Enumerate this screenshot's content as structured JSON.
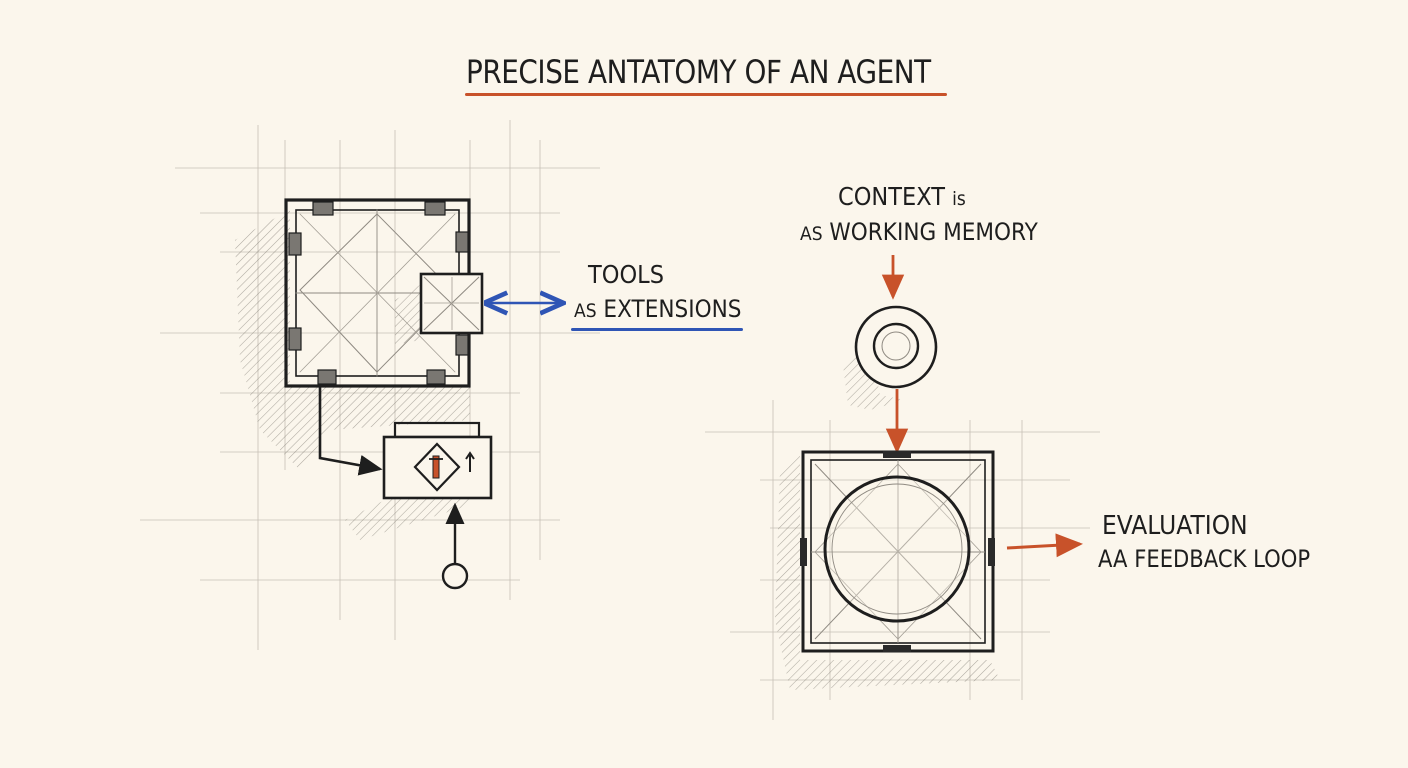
{
  "title": "PRECISE ANTATOMY OF AN AGENT",
  "labels": {
    "tools_line1": "TOOLS",
    "tools_line2_prefix": "AS",
    "tools_line2_main": "EXTENSIONS",
    "context_line1_main": "CONTEXT",
    "context_line1_suffix": "is",
    "context_line2_prefix": "AS",
    "context_line2_main": "WORKING MEMORY",
    "evaluation_line1": "EVALUATION",
    "evaluation_line2": "AA FEEDBACK LOOP"
  },
  "colors": {
    "background": "#fbf6ec",
    "ink": "#1e1e1e",
    "accent_orange": "#c8522a",
    "accent_blue": "#2f55b5"
  }
}
